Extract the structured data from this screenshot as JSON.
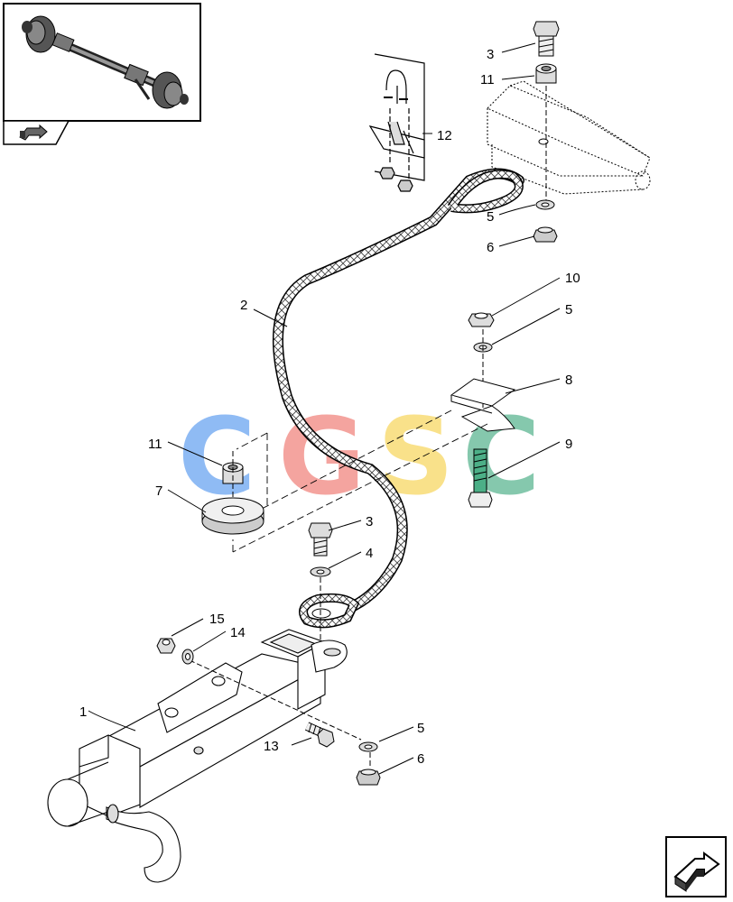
{
  "diagram": {
    "callouts": {
      "c1": "1",
      "c2": "2",
      "c3a": "3",
      "c3b": "3",
      "c4": "4",
      "c5a": "5",
      "c5b": "5",
      "c5c": "5",
      "c6a": "6",
      "c6b": "6",
      "c7": "7",
      "c8": "8",
      "c9": "9",
      "c10": "10",
      "c11a": "11",
      "c11b": "11",
      "c12": "12",
      "c13": "13",
      "c14": "14",
      "c15": "15"
    },
    "watermark": {
      "letters": [
        "C",
        "G",
        "S",
        "C"
      ],
      "colors": [
        "#5b9bf0",
        "#f07a72",
        "#f7d354",
        "#4caf87"
      ]
    },
    "icons": {
      "thumbnail": "axle-assembly-thumbnail",
      "back_nav": "back-arrow-icon",
      "next_nav": "next-page-arrow-icon"
    }
  }
}
